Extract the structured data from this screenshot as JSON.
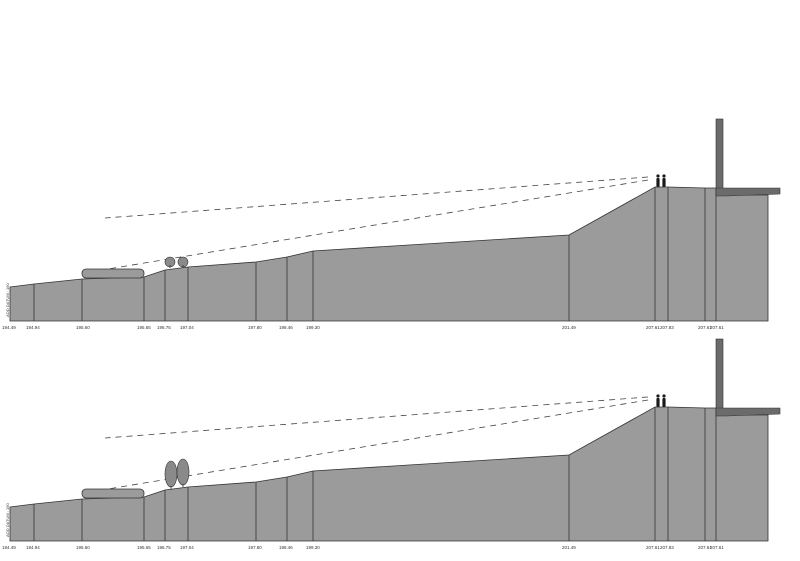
{
  "sections": [
    {
      "id": "section-top",
      "datum_label": "AOD DATUM : 190",
      "chainages": [
        "194.49",
        "194.94",
        "195.60",
        "195.65",
        "196.75",
        "197.04",
        "197.80",
        "198.46",
        "199.30",
        "201.49",
        "207.61",
        "207.83",
        "207.61",
        "207.61"
      ],
      "tree_type": "small"
    },
    {
      "id": "section-bottom",
      "datum_label": "AOD DATUM : 190",
      "chainages": [
        "194.49",
        "194.94",
        "195.60",
        "195.65",
        "196.75",
        "197.04",
        "197.80",
        "198.46",
        "199.30",
        "201.49",
        "207.61",
        "207.83",
        "207.61",
        "207.61"
      ],
      "tree_type": "tall"
    }
  ],
  "icons": {
    "viewer": "person-icon",
    "vegetation": "tree-icon",
    "building": "building-icon"
  },
  "colors": {
    "ground": "#9b9b9b",
    "structure": "#6b6b6b",
    "outline": "#333333"
  }
}
